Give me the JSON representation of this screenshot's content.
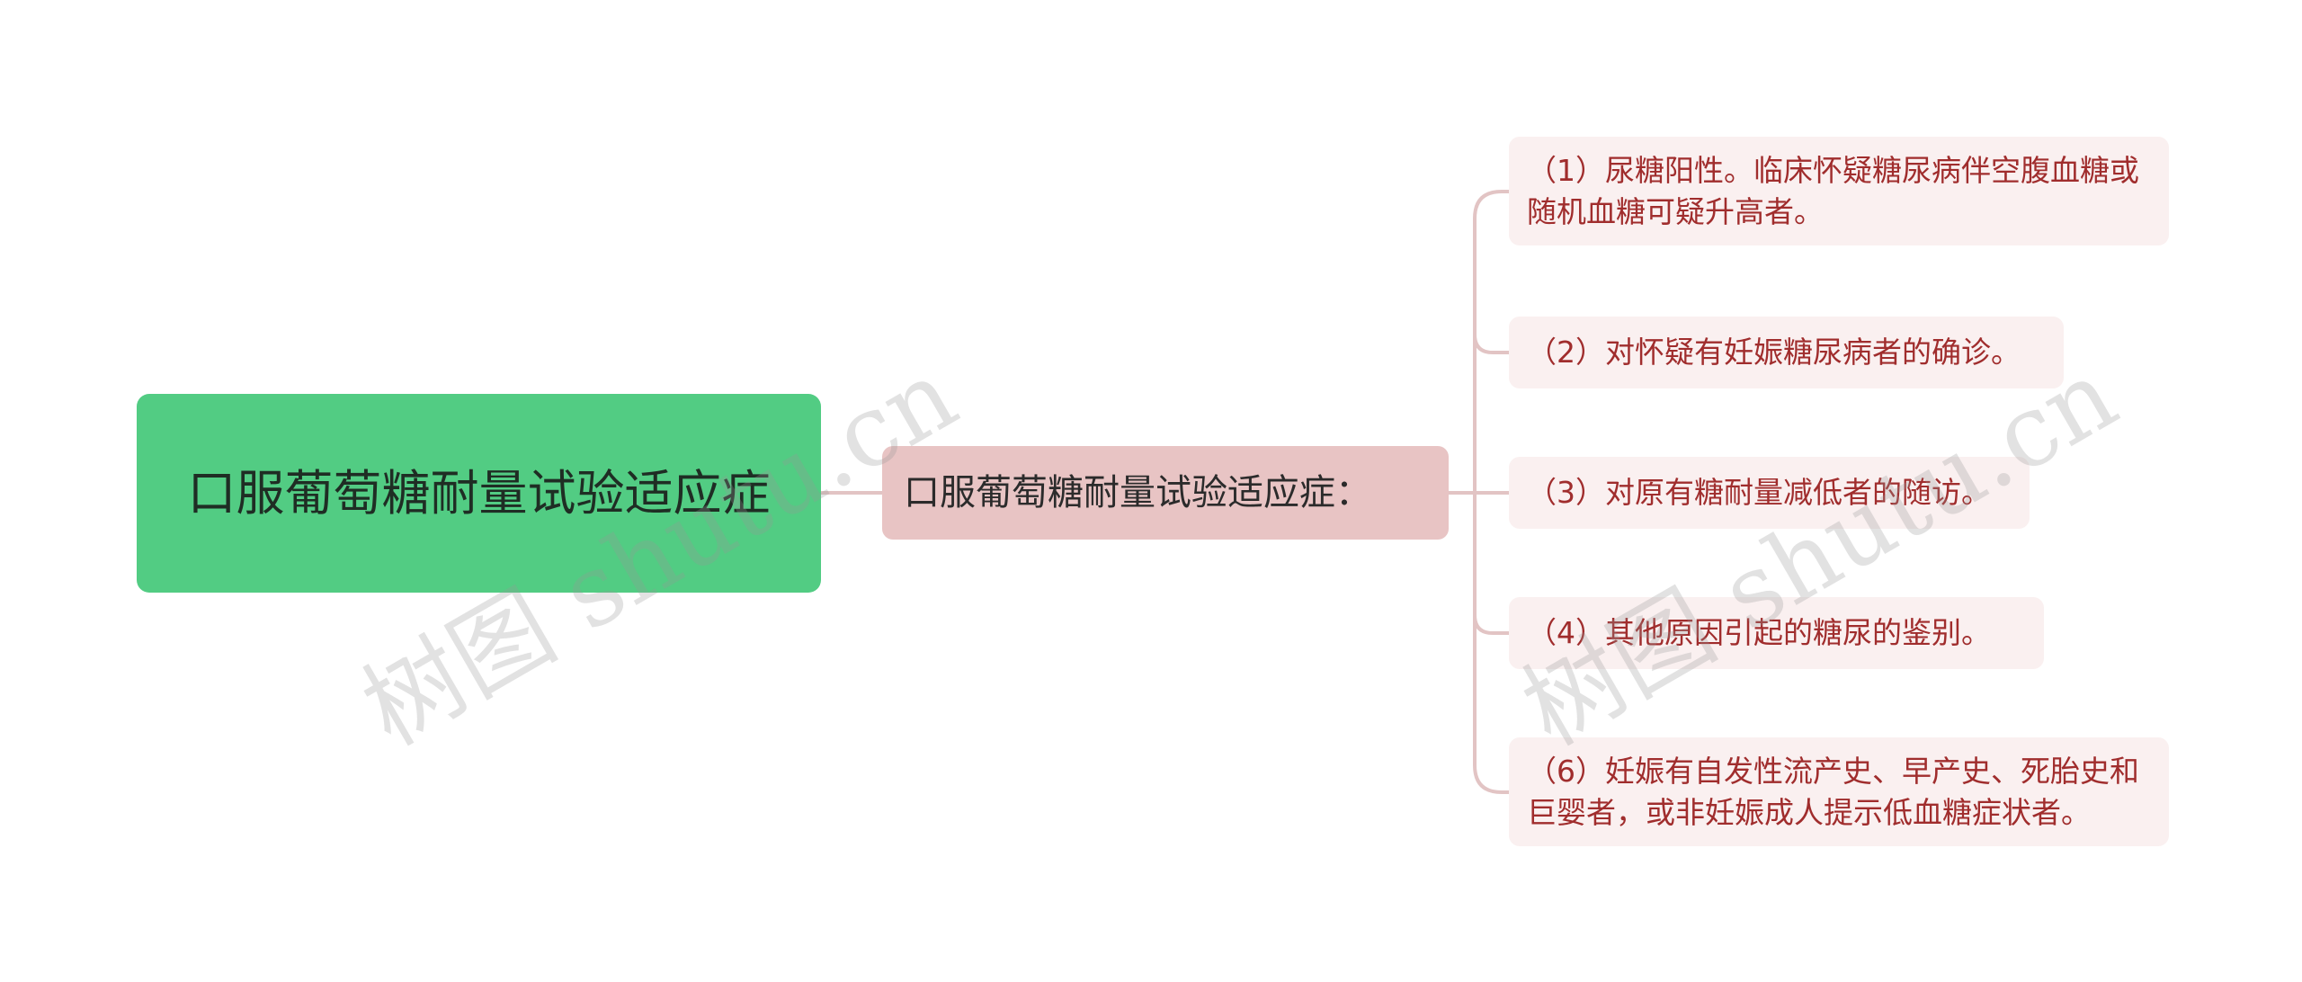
{
  "colors": {
    "root_fill": "#52cc83",
    "mid_fill": "#e8c4c4",
    "leaf_fill": "#faf0f0",
    "leaf_text": "#a02d2d",
    "connector": "#e2c4c4"
  },
  "root": {
    "label": "口服葡萄糖耐量试验适应症"
  },
  "mid": {
    "label": "口服葡萄糖耐量试验适应症："
  },
  "leaves": [
    {
      "label": "（1）尿糖阳性。临床怀疑糖尿病伴空腹血糖或随机血糖可疑升高者。"
    },
    {
      "label": "（2）对怀疑有妊娠糖尿病者的确诊。"
    },
    {
      "label": "（3）对原有糖耐量减低者的随访。"
    },
    {
      "label": "（4）其他原因引起的糖尿的鉴别。"
    },
    {
      "label": "（6）妊娠有自发性流产史、早产史、死胎史和巨婴者，或非妊娠成人提示低血糖症状者。"
    }
  ],
  "watermark": {
    "left": "树图 shutu.cn",
    "right": "树图 shutu.cn"
  }
}
